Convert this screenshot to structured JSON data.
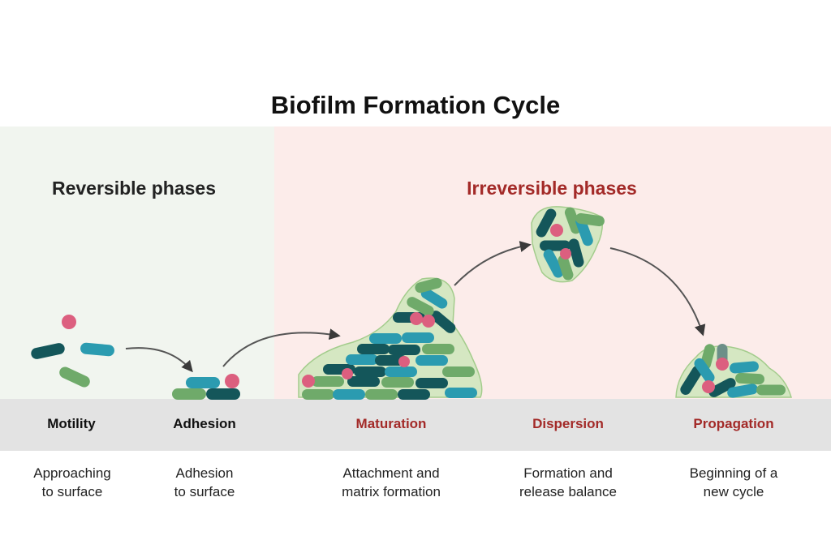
{
  "title": "Biofilm Formation Cycle",
  "phases": {
    "reversible": "Reversible phases",
    "irreversible": "Irreversible phases"
  },
  "stages": [
    {
      "name": "Motility",
      "desc_line1": "Approaching",
      "desc_line2": "to surface"
    },
    {
      "name": "Adhesion",
      "desc_line1": "Adhesion",
      "desc_line2": "to surface"
    },
    {
      "name": "Maturation",
      "desc_line1": "Attachment and",
      "desc_line2": "matrix formation"
    },
    {
      "name": "Dispersion",
      "desc_line1": "Formation and",
      "desc_line2": "release balance"
    },
    {
      "name": "Propagation",
      "desc_line1": "Beginning of a",
      "desc_line2": "new cycle"
    }
  ],
  "colors": {
    "reversible_bg": "#f1f5ef",
    "irreversible_bg": "#fcecea",
    "surface": "#e3e3e3",
    "irreversible_text": "#a32a28",
    "bacteria_dark": "#14565a",
    "bacteria_teal": "#2b9bb0",
    "bacteria_green": "#6faa6a",
    "bacteria_coccus": "#dc5f7f",
    "matrix": "#c8e6b4"
  }
}
